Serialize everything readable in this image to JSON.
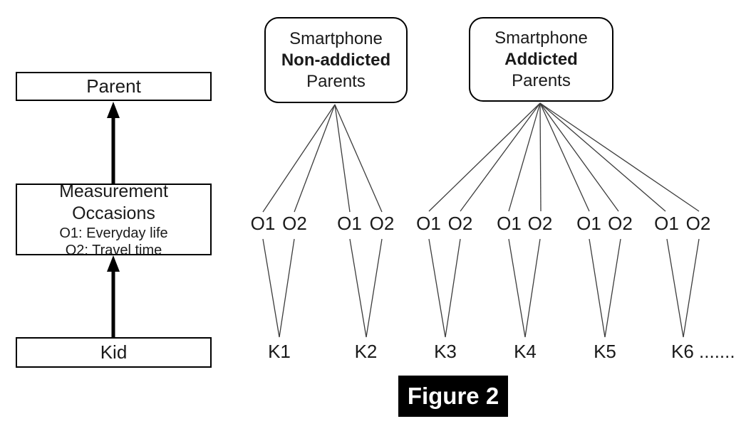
{
  "figure_caption": "Figure 2",
  "left_panel": {
    "parent_label": "Parent",
    "measurement_title": "Measurement Occasions",
    "measurement_o1": "O1: Everyday life",
    "measurement_o2": "O2: Travel time",
    "kid_label": "Kid"
  },
  "parent_groups": [
    {
      "line1": "Smartphone",
      "line2": "Non-addicted",
      "line3": "Parents",
      "kids": [
        "K1",
        "K2"
      ],
      "occasions_per_kid": [
        "O1",
        "O2"
      ]
    },
    {
      "line1": "Smartphone",
      "line2": "Addicted",
      "line3": "Parents",
      "kids": [
        "K3",
        "K4",
        "K5",
        "K6"
      ],
      "occasions_per_kid": [
        "O1",
        "O2"
      ]
    }
  ],
  "occasions": [
    "O1",
    "O2",
    "O1",
    "O2",
    "O1",
    "O2",
    "O1",
    "O2",
    "O1",
    "O2",
    "O1",
    "O2"
  ],
  "kids": [
    "K1",
    "K2",
    "K3",
    "K4",
    "K5",
    "K6 ......."
  ],
  "colors": {
    "background": "#ffffff",
    "line": "#3c3c3c",
    "border": "#000000",
    "caption_bg": "#000000",
    "caption_text": "#ffffff"
  }
}
